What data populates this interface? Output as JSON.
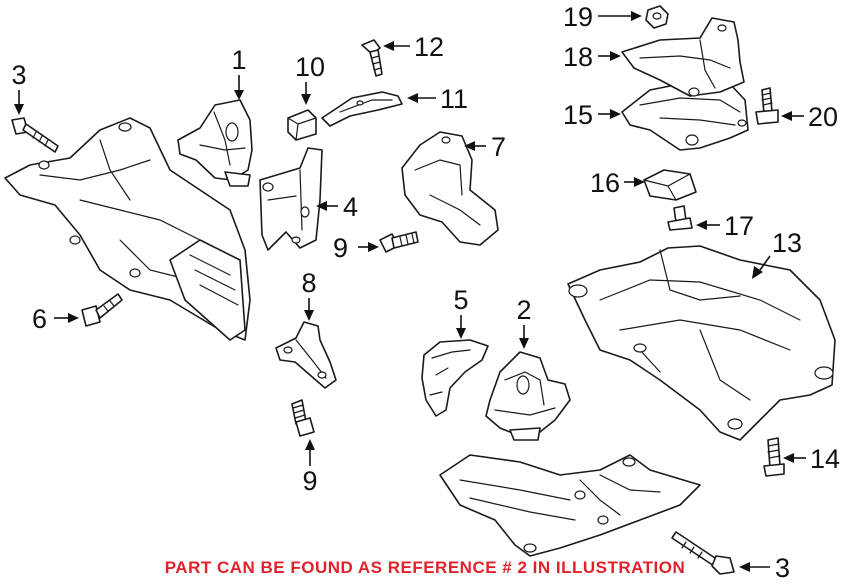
{
  "diagram": {
    "callouts": [
      {
        "id": "c1",
        "label": "1"
      },
      {
        "id": "c2",
        "label": "2"
      },
      {
        "id": "c3a",
        "label": "3"
      },
      {
        "id": "c3b",
        "label": "3"
      },
      {
        "id": "c4",
        "label": "4"
      },
      {
        "id": "c5",
        "label": "5"
      },
      {
        "id": "c6",
        "label": "6"
      },
      {
        "id": "c7",
        "label": "7"
      },
      {
        "id": "c8",
        "label": "8"
      },
      {
        "id": "c9a",
        "label": "9"
      },
      {
        "id": "c9b",
        "label": "9"
      },
      {
        "id": "c10",
        "label": "10"
      },
      {
        "id": "c11",
        "label": "11"
      },
      {
        "id": "c12",
        "label": "12"
      },
      {
        "id": "c13",
        "label": "13"
      },
      {
        "id": "c14",
        "label": "14"
      },
      {
        "id": "c15",
        "label": "15"
      },
      {
        "id": "c16",
        "label": "16"
      },
      {
        "id": "c17",
        "label": "17"
      },
      {
        "id": "c18",
        "label": "18"
      },
      {
        "id": "c19",
        "label": "19"
      },
      {
        "id": "c20",
        "label": "20"
      }
    ]
  },
  "footer": {
    "note": "PART CAN BE FOUND AS REFERENCE # 2 IN ILLUSTRATION",
    "note_color": "#e0232b"
  }
}
